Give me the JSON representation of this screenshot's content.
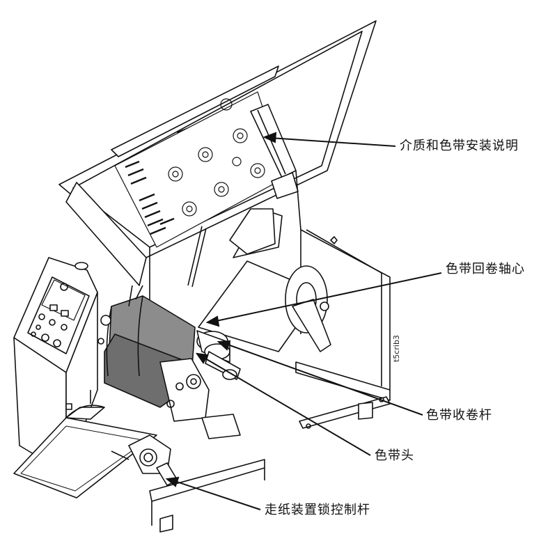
{
  "callouts": {
    "media_instructions": "介质和色带安装说明",
    "ribbon_rewind_core": "色带回卷轴心",
    "ribbon_takeup_spindle": "色带收卷杆",
    "ribbon_head": "色带头",
    "paper_feed_lock_lever": "走纸装置锁控制杆"
  },
  "figure_code": "t5crib3",
  "colors": {
    "line": "#111111",
    "ribbon": "#8c8c8c",
    "ribbon_dark": "#6e6e6e",
    "body": "#ffffff"
  }
}
